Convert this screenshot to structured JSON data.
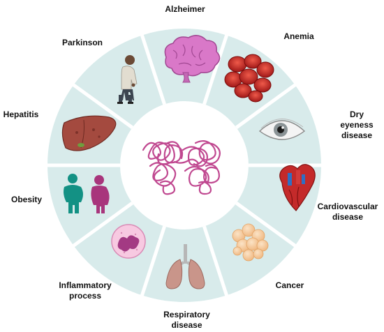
{
  "diseases": {
    "alzheimer": "Alzheimer",
    "anemia": "Anemia",
    "dry_eye": [
      "Dry",
      "eyeness",
      "disease"
    ],
    "cardiovascular": [
      "Cardiovascular",
      "disease"
    ],
    "cancer": "Cancer",
    "respiratory": [
      "Respiratory",
      "disease"
    ],
    "inflammatory": [
      "Inflammatory",
      "process"
    ],
    "obesity": "Obesity",
    "hepatitis": "Hepatitis",
    "parkinson": "Parkinson"
  },
  "icons": [
    "protein-structure-icon",
    "brain-icon",
    "red-blood-cells-icon",
    "eye-icon",
    "heart-icon",
    "tumor-cells-icon",
    "lungs-icon",
    "immune-cell-icon",
    "obese-people-icon",
    "liver-icon",
    "elderly-person-icon"
  ],
  "colors": {
    "ring": "#d8ebeb",
    "divider": "#ffffff",
    "center": "#ffffff",
    "protein": "#c04890",
    "text": "#111111"
  }
}
